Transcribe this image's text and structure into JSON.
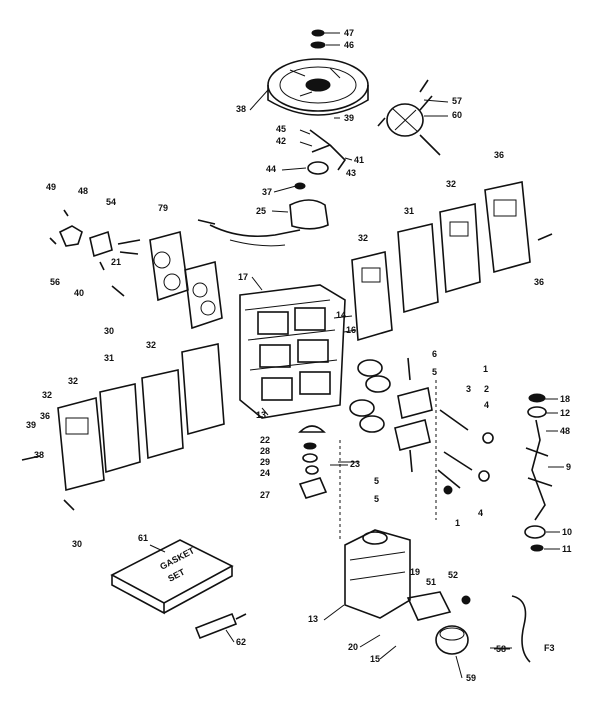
{
  "diagram": {
    "callouts": [
      {
        "id": "c47",
        "text": "47"
      },
      {
        "id": "c46",
        "text": "46"
      },
      {
        "id": "c38a",
        "text": "38"
      },
      {
        "id": "c57",
        "text": "57"
      },
      {
        "id": "c60",
        "text": "60"
      },
      {
        "id": "c45",
        "text": "45"
      },
      {
        "id": "c42",
        "text": "42"
      },
      {
        "id": "c39a",
        "text": "39"
      },
      {
        "id": "c41",
        "text": "41"
      },
      {
        "id": "c43",
        "text": "43"
      },
      {
        "id": "c44",
        "text": "44"
      },
      {
        "id": "c36top",
        "text": "36"
      },
      {
        "id": "c37a",
        "text": "37"
      },
      {
        "id": "c25",
        "text": "25"
      },
      {
        "id": "c49",
        "text": "49"
      },
      {
        "id": "c48",
        "text": "48"
      },
      {
        "id": "c54",
        "text": "54"
      },
      {
        "id": "c79",
        "text": "79"
      },
      {
        "id": "c32a",
        "text": "32"
      },
      {
        "id": "c31a",
        "text": "31"
      },
      {
        "id": "c17",
        "text": "17"
      },
      {
        "id": "c32b",
        "text": "32"
      },
      {
        "id": "c56",
        "text": "56"
      },
      {
        "id": "c40",
        "text": "40"
      },
      {
        "id": "c21",
        "text": "21"
      },
      {
        "id": "c36right",
        "text": "36"
      },
      {
        "id": "c30a",
        "text": "30"
      },
      {
        "id": "c14",
        "text": "14"
      },
      {
        "id": "c16",
        "text": "16"
      },
      {
        "id": "c31b",
        "text": "31"
      },
      {
        "id": "c32c",
        "text": "32"
      },
      {
        "id": "c32d",
        "text": "32"
      },
      {
        "id": "c32e",
        "text": "32"
      },
      {
        "id": "c36left",
        "text": "36"
      },
      {
        "id": "c39b",
        "text": "39"
      },
      {
        "id": "c38b",
        "text": "38"
      },
      {
        "id": "c13a",
        "text": "13"
      },
      {
        "id": "c6",
        "text": "6"
      },
      {
        "id": "c5a",
        "text": "5"
      },
      {
        "id": "c1a",
        "text": "1"
      },
      {
        "id": "c3",
        "text": "3"
      },
      {
        "id": "c2",
        "text": "2"
      },
      {
        "id": "c4a",
        "text": "4"
      },
      {
        "id": "c18",
        "text": "18"
      },
      {
        "id": "c12",
        "text": "12"
      },
      {
        "id": "c48b",
        "text": "48"
      },
      {
        "id": "c22",
        "text": "22"
      },
      {
        "id": "c28",
        "text": "28"
      },
      {
        "id": "c29",
        "text": "29"
      },
      {
        "id": "c24",
        "text": "24"
      },
      {
        "id": "c23",
        "text": "23"
      },
      {
        "id": "c27",
        "text": "27"
      },
      {
        "id": "c5b",
        "text": "5"
      },
      {
        "id": "c5c",
        "text": "5"
      },
      {
        "id": "c9",
        "text": "9"
      },
      {
        "id": "c4b",
        "text": "4"
      },
      {
        "id": "c1b",
        "text": "1"
      },
      {
        "id": "c10",
        "text": "10"
      },
      {
        "id": "c11",
        "text": "11"
      },
      {
        "id": "c30b",
        "text": "30"
      },
      {
        "id": "c61",
        "text": "61"
      },
      {
        "id": "c19",
        "text": "19"
      },
      {
        "id": "c51",
        "text": "51"
      },
      {
        "id": "c52",
        "text": "52"
      },
      {
        "id": "c13b",
        "text": "13"
      },
      {
        "id": "c20",
        "text": "20"
      },
      {
        "id": "c15",
        "text": "15"
      },
      {
        "id": "c58",
        "text": "58"
      },
      {
        "id": "c59",
        "text": "59"
      },
      {
        "id": "c62",
        "text": "62"
      },
      {
        "id": "cF3",
        "text": "F3"
      }
    ],
    "gasket_set_box_text": [
      "GASKET",
      "SET"
    ]
  }
}
